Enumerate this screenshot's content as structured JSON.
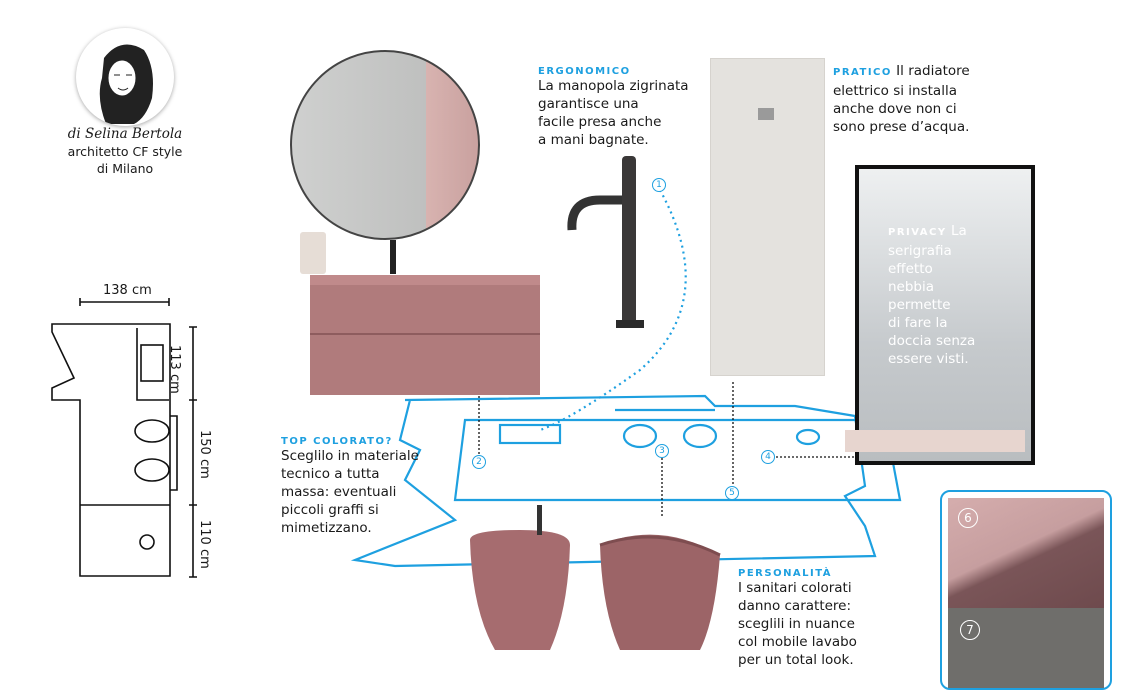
{
  "author": {
    "name": "di Selina Bertola",
    "role": "architetto CF style",
    "city": "di Milano"
  },
  "floorplan": {
    "width_label": "138 cm",
    "heights": [
      "113 cm",
      "150 cm",
      "110 cm"
    ]
  },
  "notes": [
    {
      "kicker": "ERGONOMICO",
      "text": [
        "La manopola zigrinata",
        "garantisce una",
        "facile presa anche",
        "a mani bagnate."
      ]
    },
    {
      "kicker": "PRATICO",
      "lead": "Il radiatore",
      "text": [
        "elettrico si installa",
        "anche dove non ci",
        "sono prese d’acqua."
      ]
    },
    {
      "kicker": "PRIVACY",
      "lead": "La",
      "text": [
        "serigrafia",
        "effetto",
        "nebbia",
        "permette",
        "di fare la",
        "doccia senza",
        "essere visti."
      ]
    },
    {
      "kicker": "TOP COLORATO?",
      "text": [
        "Sceglilo in materiale",
        "tecnico a tutta",
        "massa: eventuali",
        "piccoli graffi si",
        "mimetizzano."
      ]
    },
    {
      "kicker": "PERSONALITÀ",
      "text": [
        "I sanitari colorati",
        "danno carattere:",
        "sceglili in nuance",
        "col mobile lavabo",
        "per un total look."
      ]
    }
  ],
  "markers": [
    "1",
    "2",
    "3",
    "4",
    "5"
  ],
  "swatches": [
    {
      "number": "6",
      "color": "#7a5558"
    },
    {
      "number": "7",
      "color": "#6f6e6b"
    }
  ],
  "colors": {
    "accent": "#1ea0e0",
    "pink": "#b07b7c"
  }
}
